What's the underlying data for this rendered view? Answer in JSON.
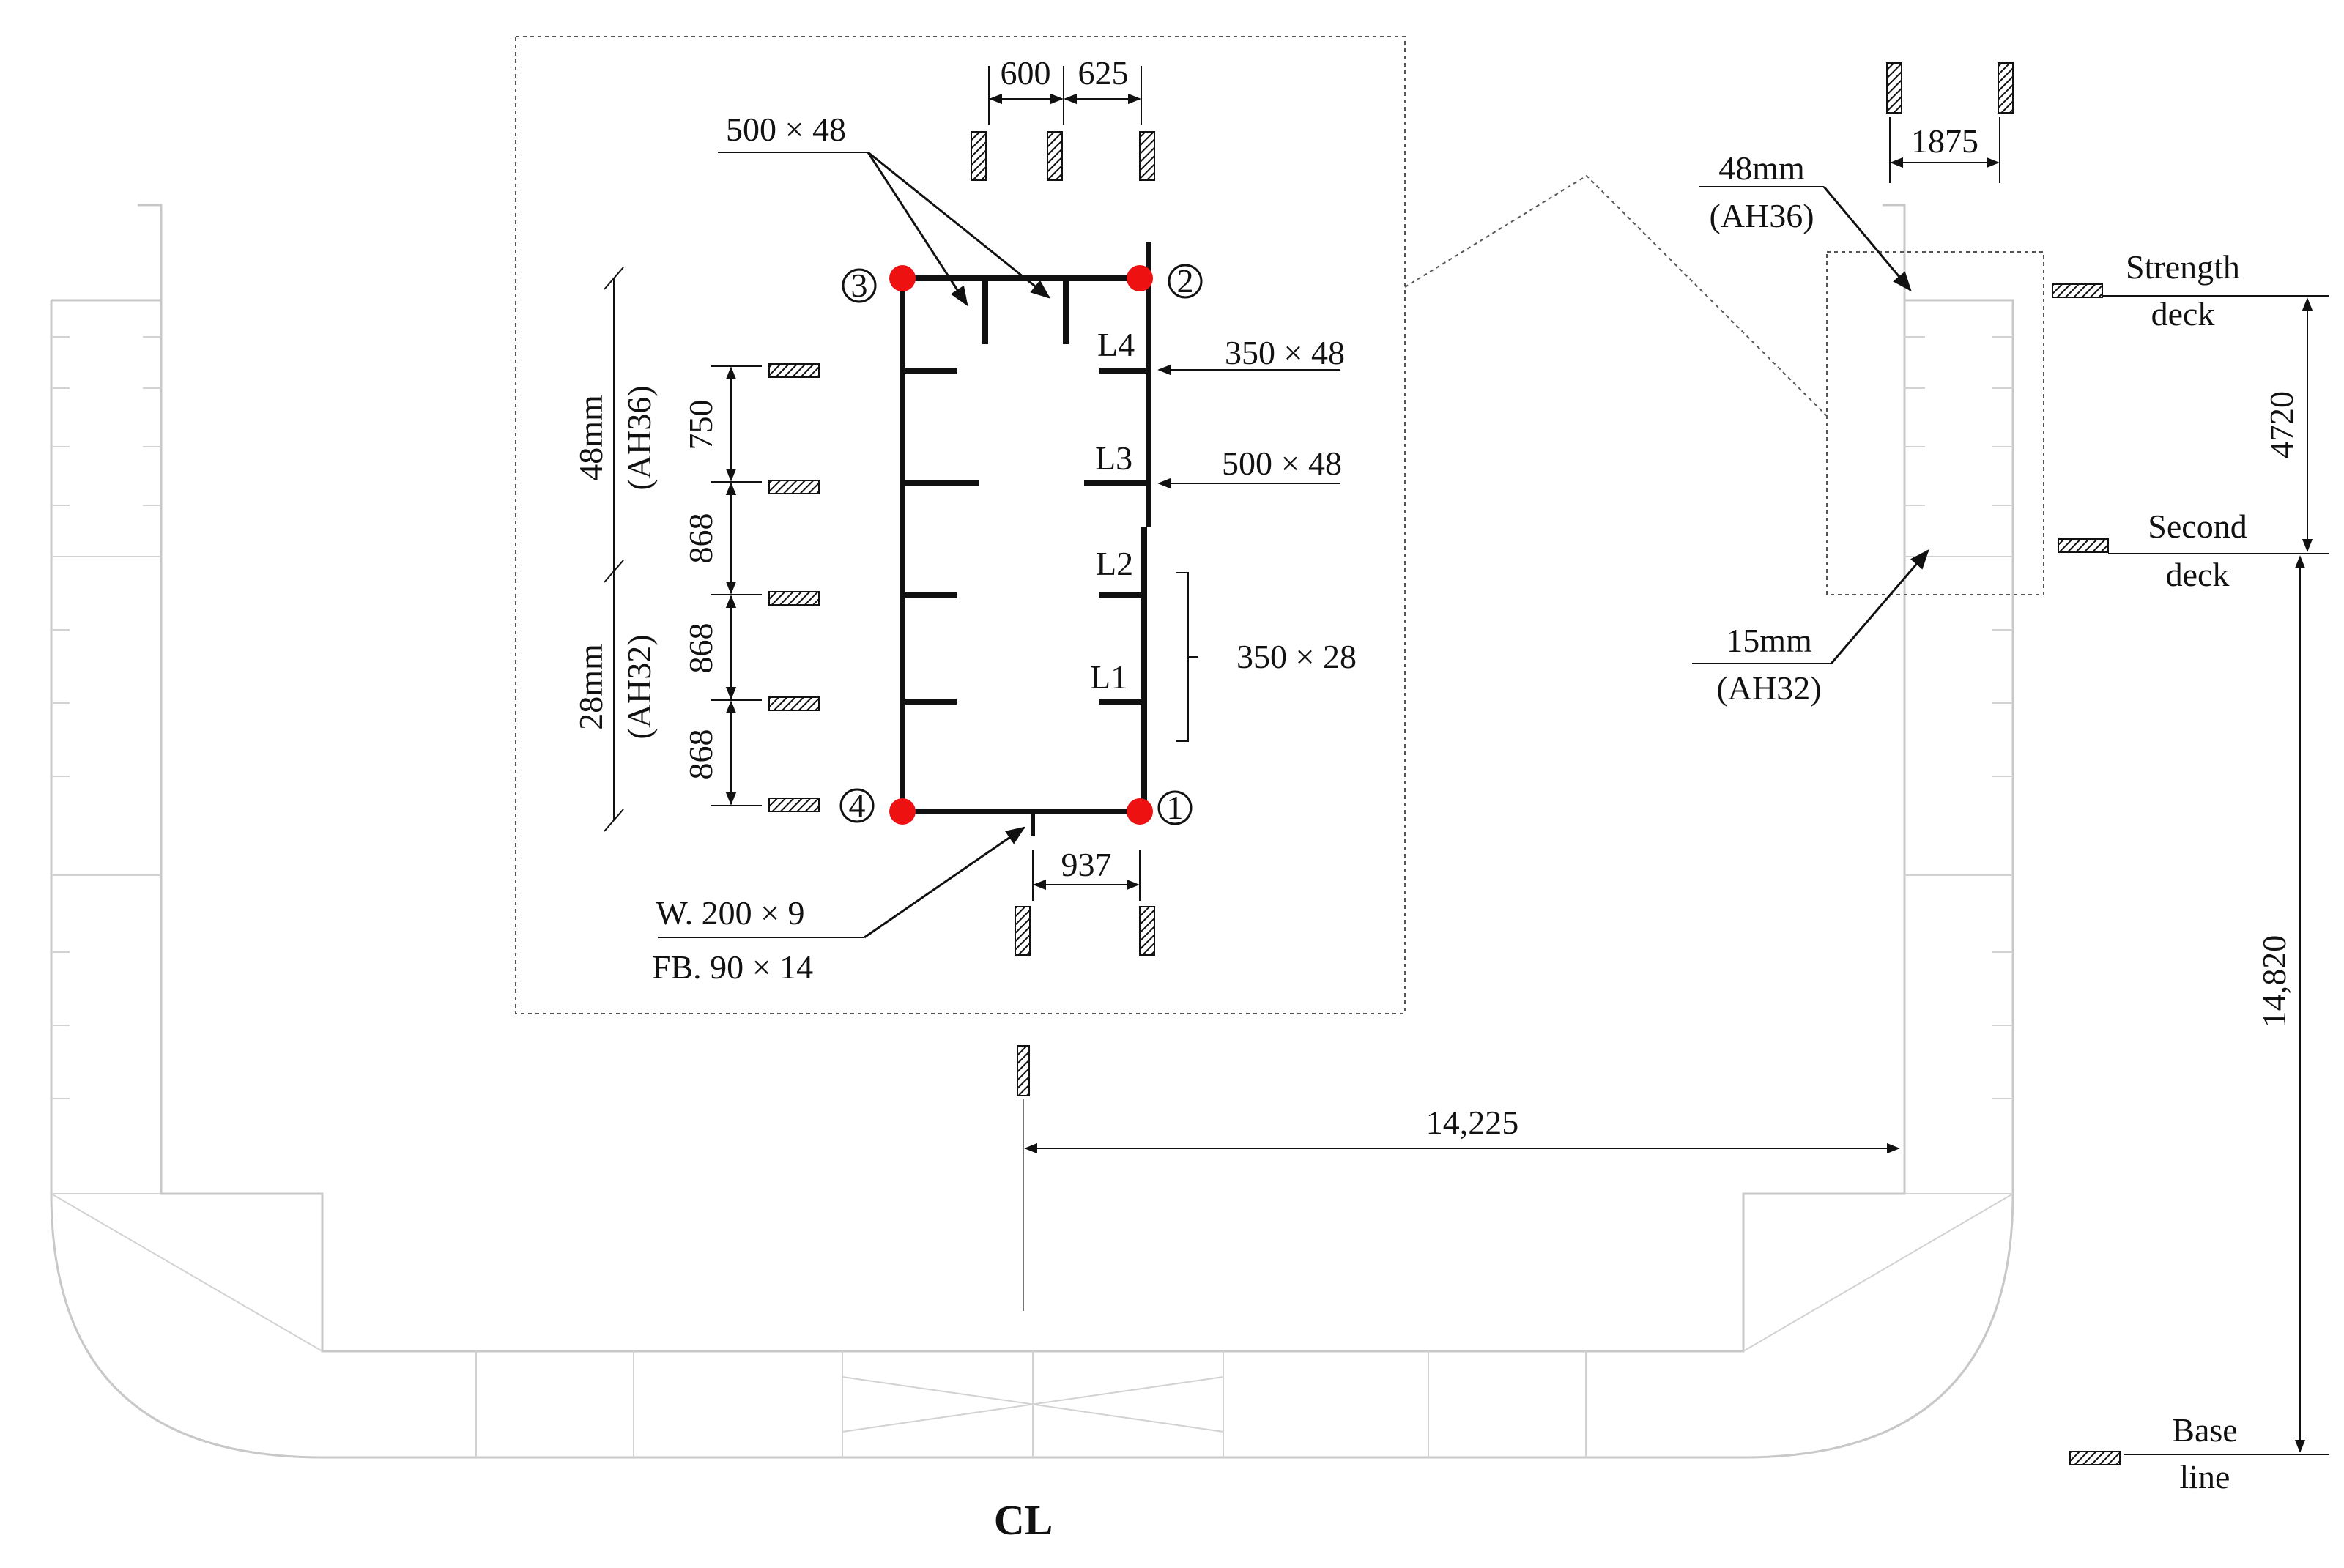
{
  "labels": {
    "dim_600": "600",
    "dim_625": "625",
    "dim_1875": "1875",
    "dim_500x48_top": "500 × 48",
    "dim_350x48": "350 × 48",
    "dim_500x48_side": "500 × 48",
    "dim_350x28": "350 × 28",
    "dim_750": "750",
    "dim_868_a": "868",
    "dim_868_b": "868",
    "dim_868_c": "868",
    "dim_937": "937",
    "dim_14225": "14,225",
    "dim_4720": "4720",
    "dim_14820": "14,820",
    "plate_upper_thk": "48mm",
    "plate_upper_grade": "(AH36)",
    "plate_lower_thk": "28mm",
    "plate_lower_grade": "(AH32)",
    "callout_48mm": "48mm",
    "callout_ah36": "(AH36)",
    "callout_15mm": "15mm",
    "callout_ah32": "(AH32)",
    "web_label": "W. 200 × 9",
    "flange_label": "FB. 90 × 14",
    "stiffener_l1": "L1",
    "stiffener_l2": "L2",
    "stiffener_l3": "L3",
    "stiffener_l4": "L4",
    "point_1": "1",
    "point_2": "2",
    "point_3": "3",
    "point_4": "4",
    "strength_deck_1": "Strength",
    "strength_deck_2": "deck",
    "second_deck_1": "Second",
    "second_deck_2": "deck",
    "base_line_1": "Base",
    "base_line_2": "line",
    "centerline": "CL"
  },
  "colors": {
    "measurement_point": "#ee1111",
    "hull_outline": "#c8c8c8",
    "structure_line": "#111111"
  }
}
